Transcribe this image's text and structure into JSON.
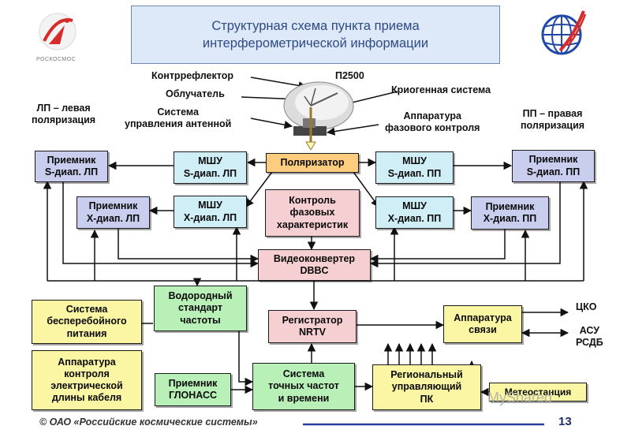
{
  "title": "Структурная схема пункта приема\nинтерферометрической информации",
  "logos": {
    "left_text": "РОСКОСМОС"
  },
  "antenna_labels": {
    "counterreflector": "Контррефлектор",
    "p2500": "П2500",
    "feed": "Облучатель",
    "cryogenic": "Криогенная система",
    "antenna_control": "Система\nуправления антенной",
    "phase_control_hw": "Аппаратура\nфазового контроля"
  },
  "side_labels": {
    "left_polarization": "ЛП – левая\nполяризация",
    "right_polarization": "ПП – правая\nполяризация"
  },
  "blocks": {
    "rx_s_lp": "Приемник\nS-диап. ЛП",
    "rx_x_lp": "Приемник\nX-диап. ЛП",
    "lna_s_lp": "МШУ\nS-диап. ЛП",
    "lna_x_lp": "МШУ\nX-диап. ЛП",
    "polarizer": "Поляризатор",
    "phase_control": "Контроль\nфазовых\nхарактеристик",
    "lna_s_pp": "МШУ\nS-диап. ПП",
    "lna_x_pp": "МШУ\nX-диап. ПП",
    "rx_s_pp": "Приемник\nS-диап. ПП",
    "rx_x_pp": "Приемник\nX-диап. ПП",
    "videoconverter": "Видеоконвертер\nDBBC",
    "hydrogen_standard": "Водородный\nстандарт\nчастоты",
    "recorder": "Регистратор\nNRTV",
    "comm_hw": "Аппаратура\nсвязи",
    "ups": "Система\nбесперебойного\nпитания",
    "cable_control": "Аппаратура\nконтроля\nэлектрической\nдлины кабеля",
    "glonass_rx": "Приемник\nГЛОНАСС",
    "time_system": "Система\nточных частот\nи времени",
    "regional_pc": "Региональный\nуправляющий\nПК",
    "weather_station": "Метеостанция"
  },
  "outputs": {
    "cko": "ЦКО",
    "asu": "АСУ\nРСДБ"
  },
  "footer": {
    "copyright": "© ОАО «Российские космические системы»",
    "page_number": "13"
  },
  "watermark": "MyShared",
  "colors": {
    "title_text": "#2f4b86",
    "title_bg": "#dde8f8",
    "receiver": "#c9cdee",
    "lna": "#cfeef6",
    "polarizer": "#fccd7e",
    "pink": "#f6cfd2",
    "green": "#b8f0b8",
    "yellow": "#fbf6a4",
    "footer_line": "#2d3f9a"
  },
  "icons": {
    "left_logo": "roscosmos-logo-icon",
    "right_logo": "globe-logo-icon",
    "antenna": "satellite-dish-icon"
  }
}
